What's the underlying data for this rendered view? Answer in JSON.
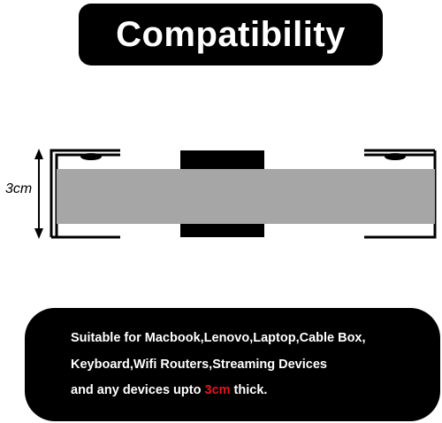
{
  "title": "Compatibility",
  "dimension_label": "3cm",
  "info": {
    "line1": "Suitable for Macbook,Lenovo,Laptop,Cable Box,",
    "line2": "Keyboard,Wifi Routers,Streaming Devices",
    "line3_before": "and any devices upto ",
    "line3_highlight": "3cm",
    "line3_after": " thick."
  },
  "colors": {
    "banner_bg": "#000000",
    "banner_text": "#ffffff",
    "device_fill": "#a6a6a6",
    "highlight": "#e8141b"
  },
  "icons": [
    "double-arrow-icon",
    "mount-bracket-icon"
  ]
}
